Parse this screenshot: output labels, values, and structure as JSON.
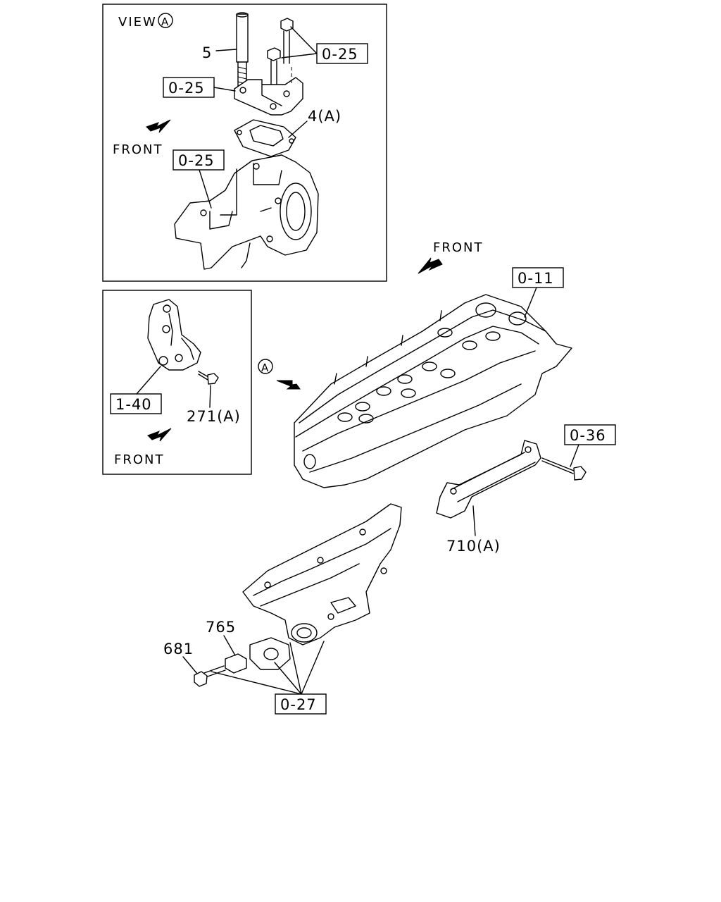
{
  "view_label": {
    "prefix": "VIEW",
    "circle": "A"
  },
  "front_labels": [
    "FRONT",
    "FRONT",
    "FRONT"
  ],
  "callout_circle": "A",
  "ref_boxes": {
    "view_a_bolts": "0-25",
    "view_a_plate": "0-25",
    "view_a_housing": "0-25",
    "cylinder_head": "0-11",
    "bracket_inset": "1-40",
    "bracket_bolt": "0-36",
    "exhaust_flange": "0-27"
  },
  "part_numbers": {
    "stud": "5",
    "gasket": "4(A)",
    "inset_bolt": "271(A)",
    "heat_bracket": "710(A)",
    "spacer": "765",
    "nut": "681"
  }
}
